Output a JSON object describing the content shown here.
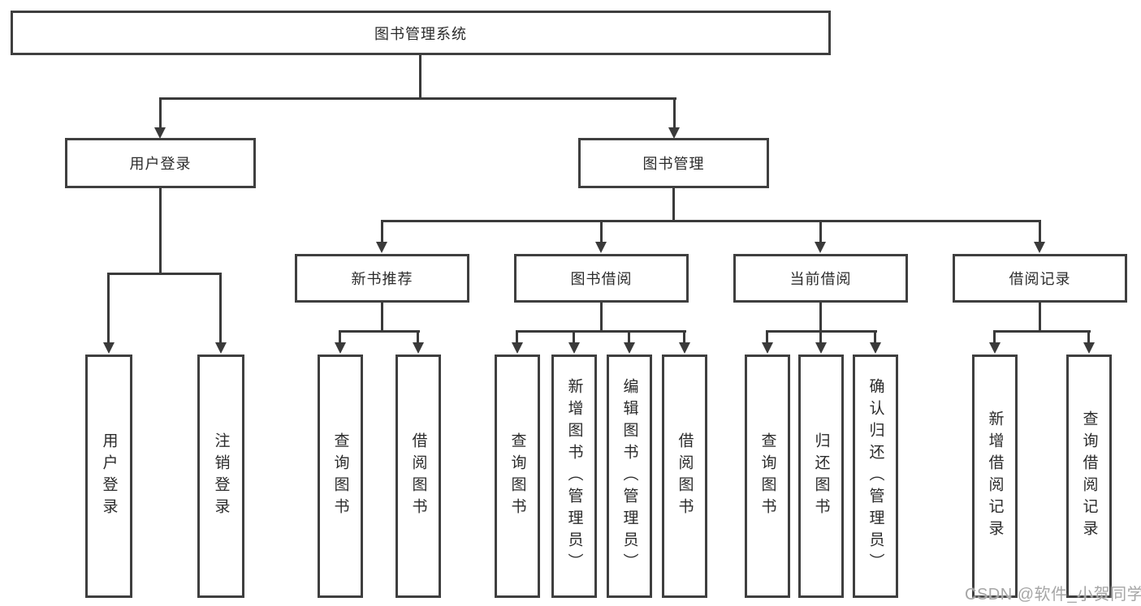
{
  "colors": {
    "background": "#ffffff",
    "box_border": "#3f3f3f",
    "connector": "#3a3a3a",
    "text": "#2b2b2b",
    "watermark": "#a6a6a6"
  },
  "diagram": {
    "root": {
      "label": "图书管理系统"
    },
    "login_branch": {
      "label": "用户登录",
      "children": [
        {
          "label": "用户登录"
        },
        {
          "label": "注销登录"
        }
      ]
    },
    "mgmt_branch": {
      "label": "图书管理",
      "groups": [
        {
          "label": "新书推荐",
          "children": [
            {
              "label": "查询图书"
            },
            {
              "label": "借阅图书"
            }
          ]
        },
        {
          "label": "图书借阅",
          "children": [
            {
              "label": "查询图书"
            },
            {
              "label": "新增图书（管理员）"
            },
            {
              "label": "编辑图书（管理员）"
            },
            {
              "label": "借阅图书"
            }
          ]
        },
        {
          "label": "当前借阅",
          "children": [
            {
              "label": "查询图书"
            },
            {
              "label": "归还图书"
            },
            {
              "label": "确认归还（管理员）"
            }
          ]
        },
        {
          "label": "借阅记录",
          "children": [
            {
              "label": "新增借阅记录"
            },
            {
              "label": "查询借阅记录"
            }
          ]
        }
      ]
    },
    "watermark": {
      "text": "CSDN @软件_小贺同学"
    }
  }
}
